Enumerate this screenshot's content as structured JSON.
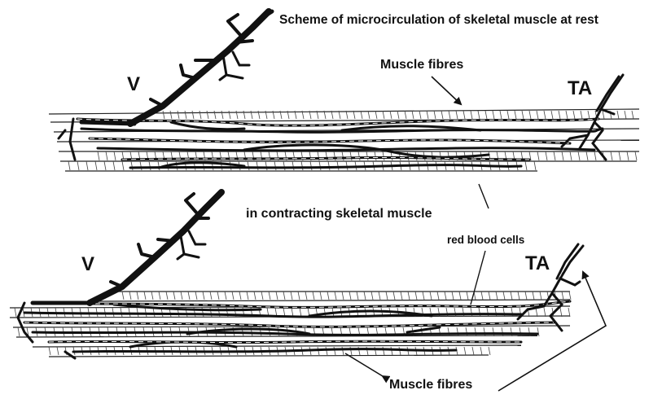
{
  "labels": {
    "title": "Scheme of microcirculation of skeletal muscle at rest",
    "muscle_fibres_top": "Muscle fibres",
    "contracting": "in contracting skeletal muscle",
    "red_blood_cells": "red blood cells",
    "muscle_fibres_bottom": "Muscle fibres",
    "v_top": "V",
    "ta_top": "TA",
    "v_bottom": "V",
    "ta_bottom": "TA"
  },
  "colors": {
    "ink": "#111111",
    "background": "#ffffff"
  }
}
